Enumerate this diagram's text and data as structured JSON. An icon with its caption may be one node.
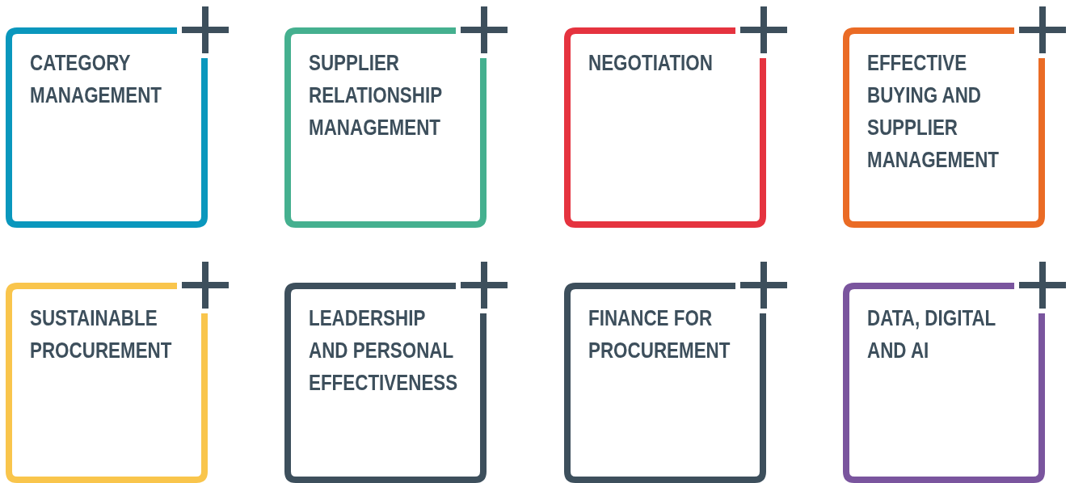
{
  "diagram": {
    "nodes": [
      {
        "text": [
          "CATEGORY MANAGEMENT"
        ]
      },
      {
        "text": [
          "SUPPLIER RELATIONSHIP MANAGEMENT"
        ]
      },
      {
        "text": [
          "NEGOTIATION"
        ]
      },
      {
        "text": [
          "EFFECTIVE BUYING AND SUPPLIER MANAGEMENT"
        ]
      },
      {
        "text": [
          "SUSTAINABLE PROCUREMENT"
        ]
      },
      {
        "text": [
          "LEADERSHIP AND PERSONAL EFFECTIVENESS"
        ]
      },
      {
        "text": [
          "FINANCE FOR PROCUREMENT"
        ]
      },
      {
        "text": [
          "DATA, DIGITAL AND AI"
        ]
      }
    ]
  }
}
